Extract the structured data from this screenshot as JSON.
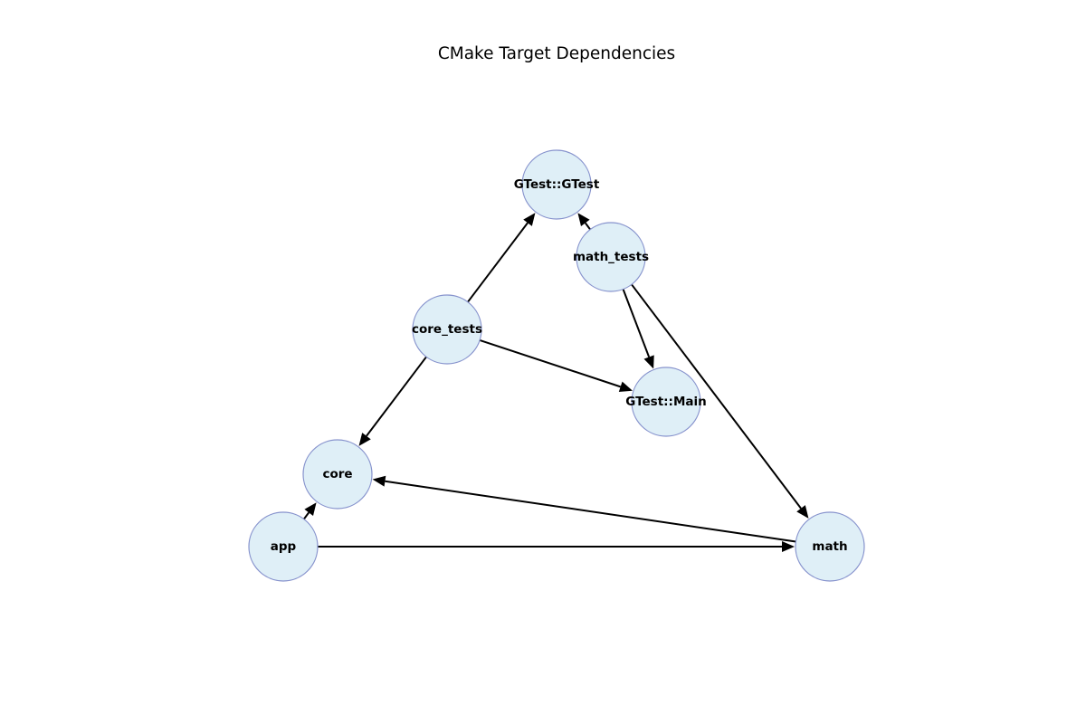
{
  "title": "CMake Target Dependencies",
  "nodes": [
    {
      "id": "gtest",
      "label": "GTest::GTest"
    },
    {
      "id": "math_tests",
      "label": "math_tests"
    },
    {
      "id": "core_tests",
      "label": "core_tests"
    },
    {
      "id": "gtest_main",
      "label": "GTest::Main"
    },
    {
      "id": "core",
      "label": "core"
    },
    {
      "id": "app",
      "label": "app"
    },
    {
      "id": "math",
      "label": "math"
    }
  ],
  "edges": [
    {
      "from": "core_tests",
      "to": "gtest"
    },
    {
      "from": "core_tests",
      "to": "gtest_main"
    },
    {
      "from": "core_tests",
      "to": "core"
    },
    {
      "from": "math_tests",
      "to": "gtest"
    },
    {
      "from": "math_tests",
      "to": "gtest_main"
    },
    {
      "from": "math_tests",
      "to": "math"
    },
    {
      "from": "app",
      "to": "core"
    },
    {
      "from": "app",
      "to": "math"
    },
    {
      "from": "math",
      "to": "core"
    }
  ],
  "colors": {
    "node_fill": "#dfeff7",
    "node_stroke": "#8793cd",
    "edge": "#000000"
  }
}
